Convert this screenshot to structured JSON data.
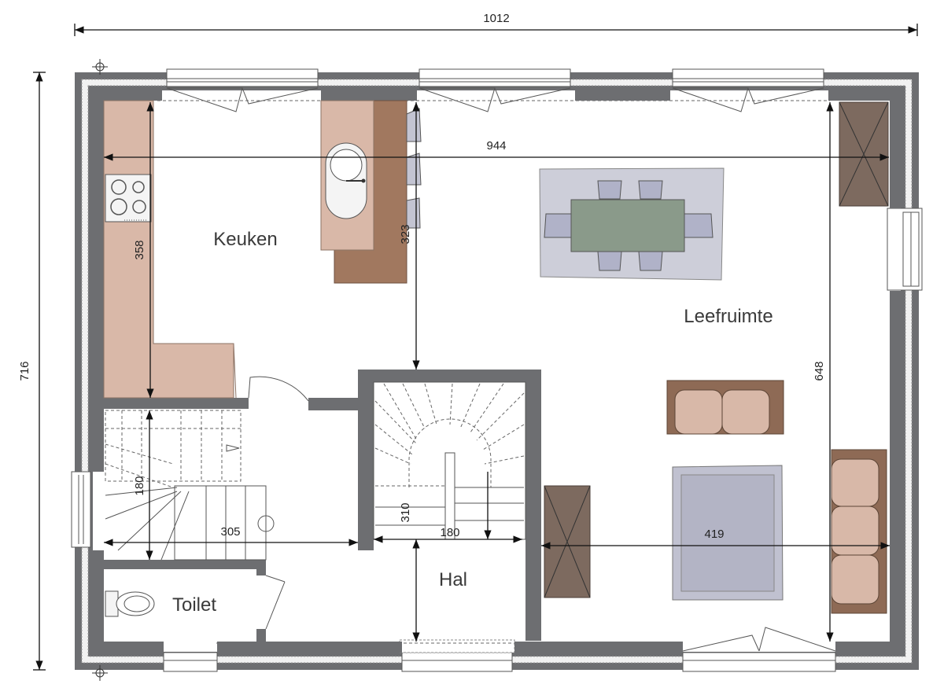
{
  "dimensions": {
    "total_width": "1012",
    "total_height": "716",
    "inner_width": "944",
    "kitchen_depth": "358",
    "island_to_stair": "323",
    "living_depth": "648",
    "stair1_height": "180",
    "stair1_width": "305",
    "stair2_depth": "310",
    "stair2_width": "180",
    "living_width": "419"
  },
  "rooms": {
    "kitchen": "Keuken",
    "living": "Leefruimte",
    "hall": "Hal",
    "toilet": "Toilet"
  },
  "colors": {
    "wall": "#6d6e71",
    "counter": "#d9b8a8",
    "island_wood": "#a1785f",
    "table": "#8a9a8a",
    "rug": "#c9cad6",
    "sofa": "#d8b8a8",
    "cabinet": "#7d6a5f"
  }
}
